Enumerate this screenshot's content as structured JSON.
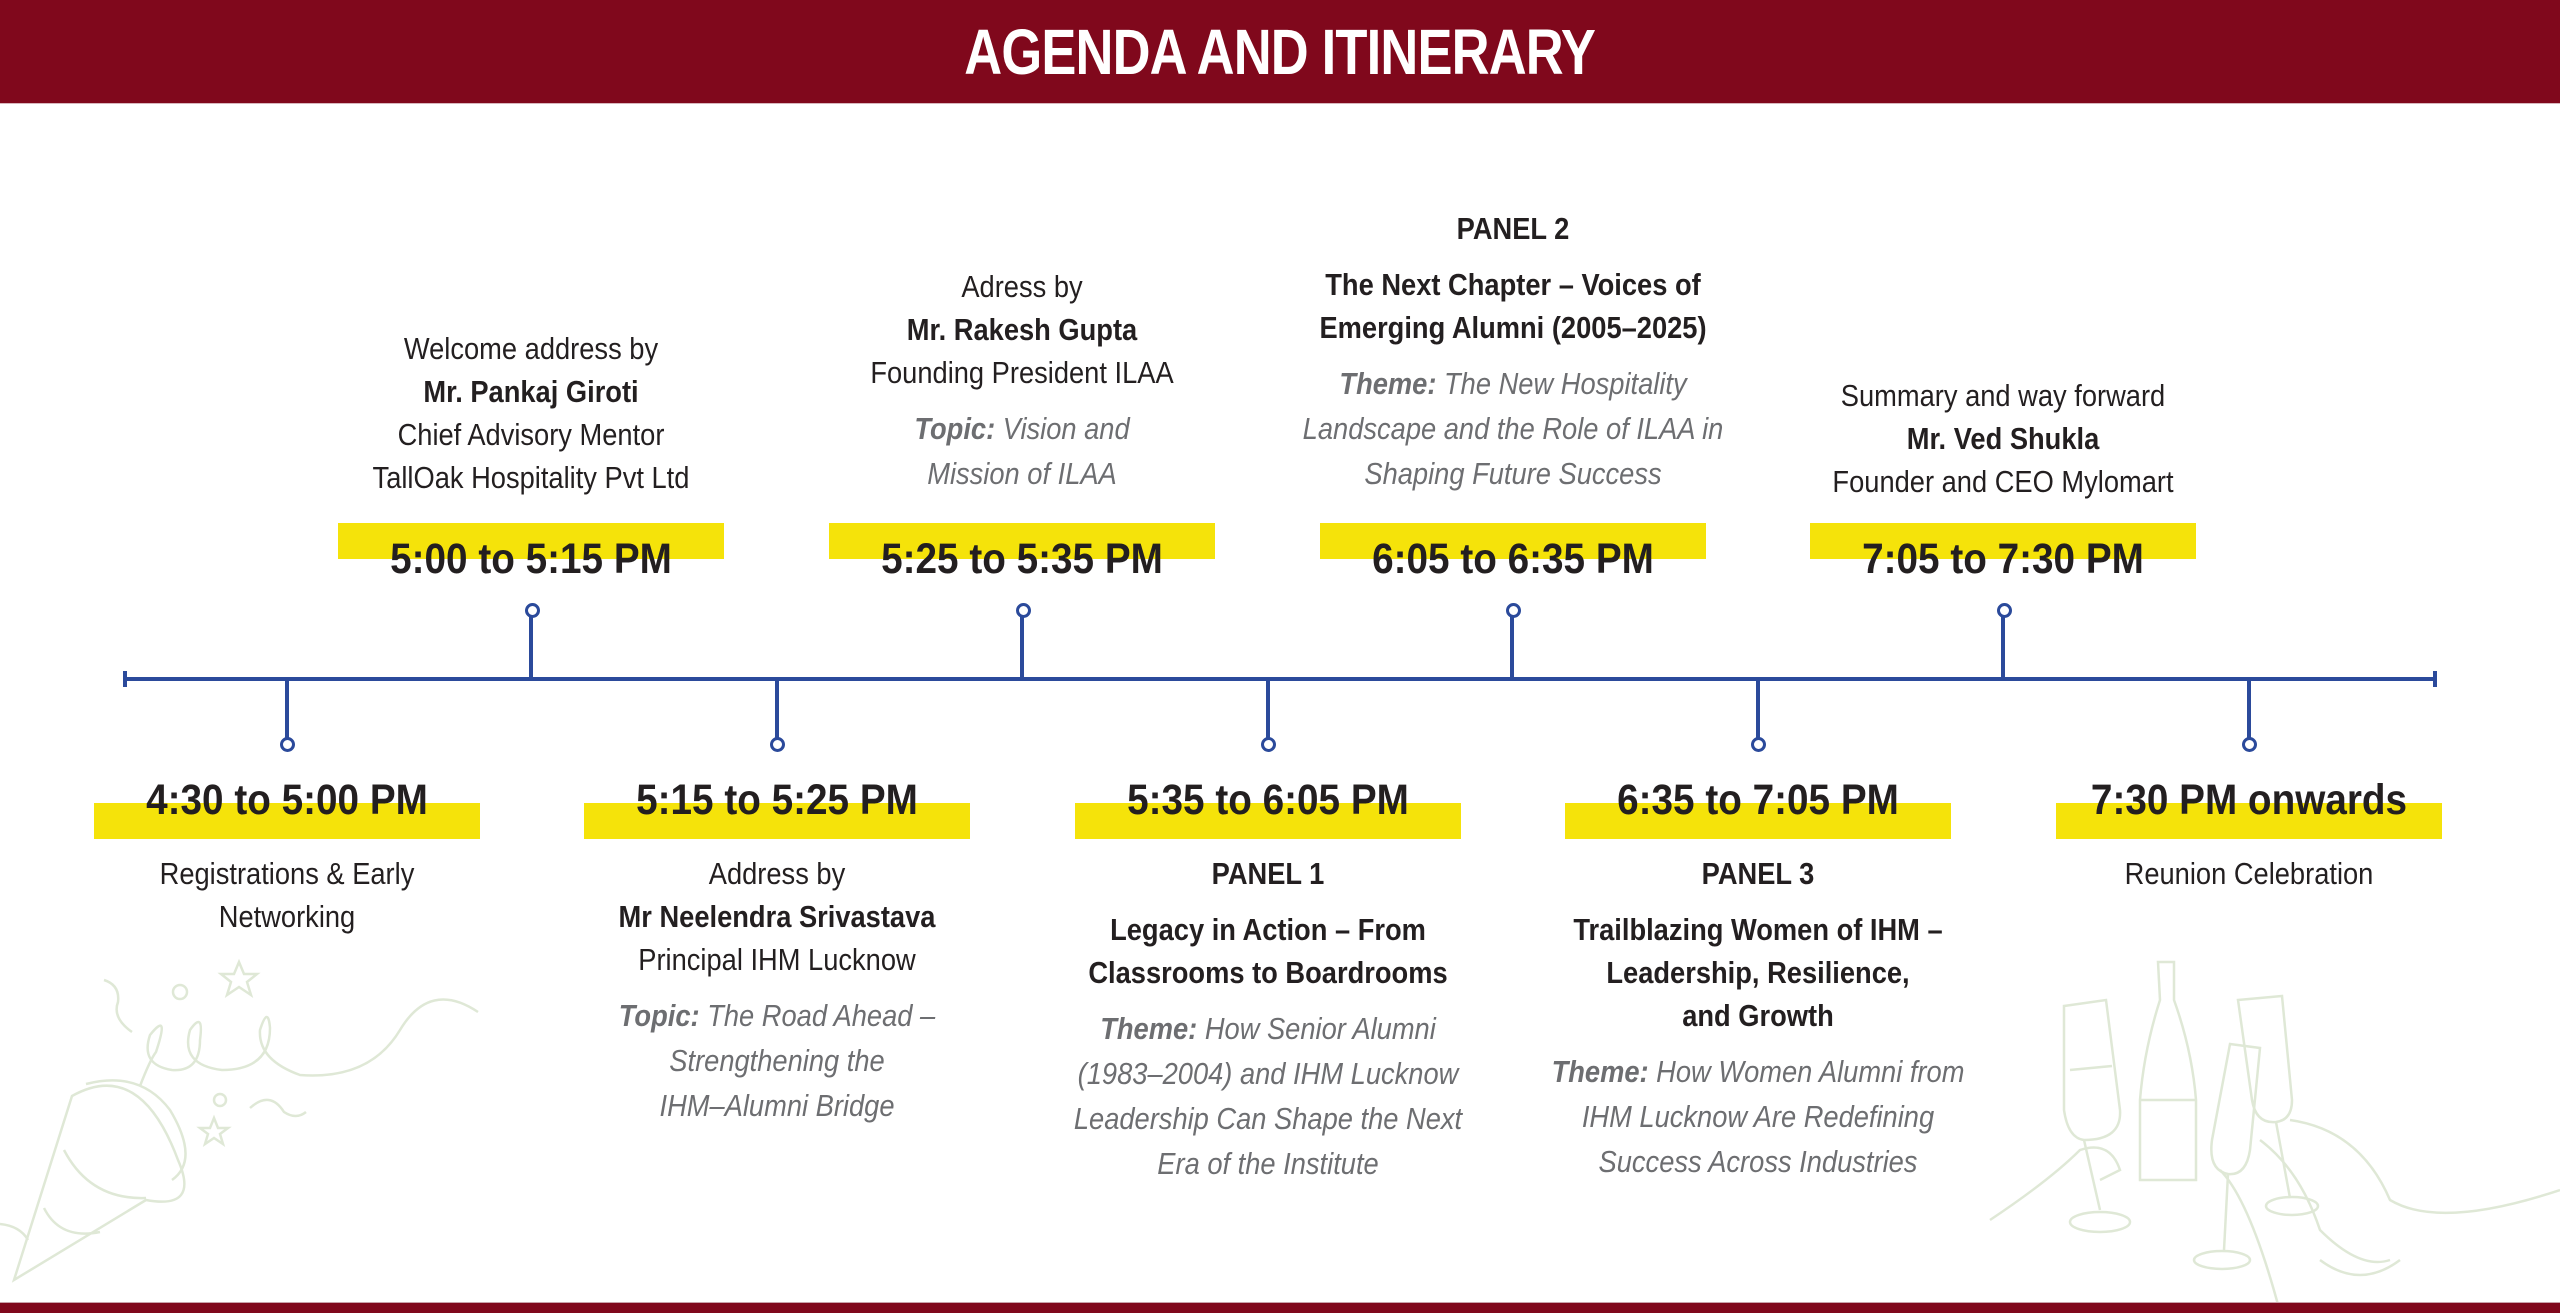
{
  "header": {
    "title": "AGENDA AND ITINERARY"
  },
  "colors": {
    "brand_maroon": "#80081c",
    "timeline_blue": "#2b4a9b",
    "highlight_yellow": "#f5e30a",
    "text_dark": "#231f20",
    "text_muted": "#6d6e71"
  },
  "agenda": [
    {
      "time": "4:30 to 5:00 PM",
      "position": "below",
      "lines": [
        "Registrations & Early",
        "Networking"
      ]
    },
    {
      "time": "5:00 to 5:15 PM",
      "position": "above",
      "intro": "Welcome address by",
      "speaker": "Mr. Pankaj Giroti",
      "role": [
        "Chief Advisory Mentor",
        "TallOak Hospitality Pvt Ltd"
      ]
    },
    {
      "time": "5:15 to 5:25 PM",
      "position": "below",
      "intro": "Address by",
      "speaker": "Mr Neelendra Srivastava",
      "role": [
        "Principal IHM Lucknow"
      ],
      "topic_label": "Topic:",
      "topic_lines": [
        "The Road Ahead –",
        "Strengthening the",
        "IHM–Alumni Bridge"
      ]
    },
    {
      "time": "5:25 to 5:35 PM",
      "position": "above",
      "intro": "Adress by",
      "speaker": "Mr. Rakesh Gupta",
      "role": [
        "Founding President ILAA"
      ],
      "topic_label": "Topic:",
      "topic_lines": [
        "Vision and",
        "Mission of ILAA"
      ]
    },
    {
      "time": "5:35 to 6:05 PM",
      "position": "below",
      "panel": "PANEL 1",
      "title_lines": [
        "Legacy in Action – From",
        "Classrooms to Boardrooms"
      ],
      "topic_label": "Theme:",
      "topic_lines": [
        "How Senior Alumni",
        "(1983–2004) and IHM Lucknow",
        "Leadership Can Shape the Next",
        "Era of the Institute"
      ]
    },
    {
      "time": "6:05 to 6:35 PM",
      "position": "above",
      "panel": "PANEL 2",
      "title_lines": [
        "The Next Chapter – Voices of",
        "Emerging Alumni (2005–2025)"
      ],
      "topic_label": "Theme:",
      "topic_lines": [
        "The New Hospitality",
        "Landscape and the Role of ILAA in",
        "Shaping Future Success"
      ]
    },
    {
      "time": "6:35 to 7:05 PM",
      "position": "below",
      "panel": "PANEL 3",
      "title_lines": [
        "Trailblazing Women of IHM –",
        "Leadership, Resilience,",
        "and Growth"
      ],
      "topic_label": "Theme:",
      "topic_lines": [
        "How Women Alumni from",
        "IHM Lucknow Are Redefining",
        "Success Across Industries"
      ]
    },
    {
      "time": "7:05 to 7:30 PM",
      "position": "above",
      "intro": "Summary and way forward",
      "speaker": "Mr. Ved Shukla",
      "role": [
        "Founder and CEO Mylomart"
      ]
    },
    {
      "time": "7:30 PM onwards",
      "position": "below",
      "lines": [
        "Reunion Celebration"
      ]
    }
  ]
}
